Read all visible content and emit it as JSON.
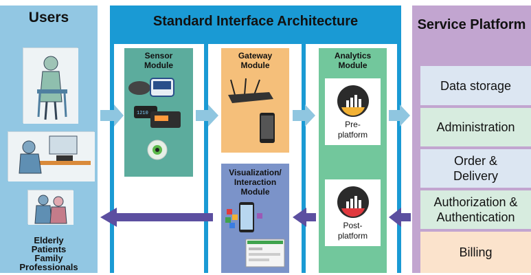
{
  "users": {
    "title": "Users",
    "groups": [
      "Elderly",
      "Patients",
      "Family",
      "Professionals"
    ]
  },
  "architecture": {
    "title": "Standard Interface Architecture",
    "modules": {
      "sensor": "Sensor Module",
      "gateway": "Gateway Module",
      "analytics": "Analytics Module",
      "visualization": "Visualization/ Interaction Module"
    },
    "analytics_cards": {
      "pre": "Pre- platform",
      "post": "Post- platform"
    }
  },
  "service_platform": {
    "title": "Service Platform",
    "services": [
      {
        "label": "Data storage",
        "color": "#dce6f2"
      },
      {
        "label": "Administration",
        "color": "#d7ecdf"
      },
      {
        "label": "Order & Delivery",
        "color": "#dce6f2"
      },
      {
        "label": "Authorization & Authentication",
        "color": "#d7ecdf"
      },
      {
        "label": "Billing",
        "color": "#fbe3cc"
      }
    ]
  },
  "colors": {
    "users_bg": "#92c7e3",
    "architecture_blue": "#1a9ad4",
    "sensor": "#5cac9d",
    "gateway": "#f5bf7a",
    "analytics": "#72c79c",
    "visualization": "#7b93c9",
    "service_bg": "#c2a5d0",
    "forward_arrow": "#8fc6e0",
    "return_arrow": "#5c4fa0"
  }
}
